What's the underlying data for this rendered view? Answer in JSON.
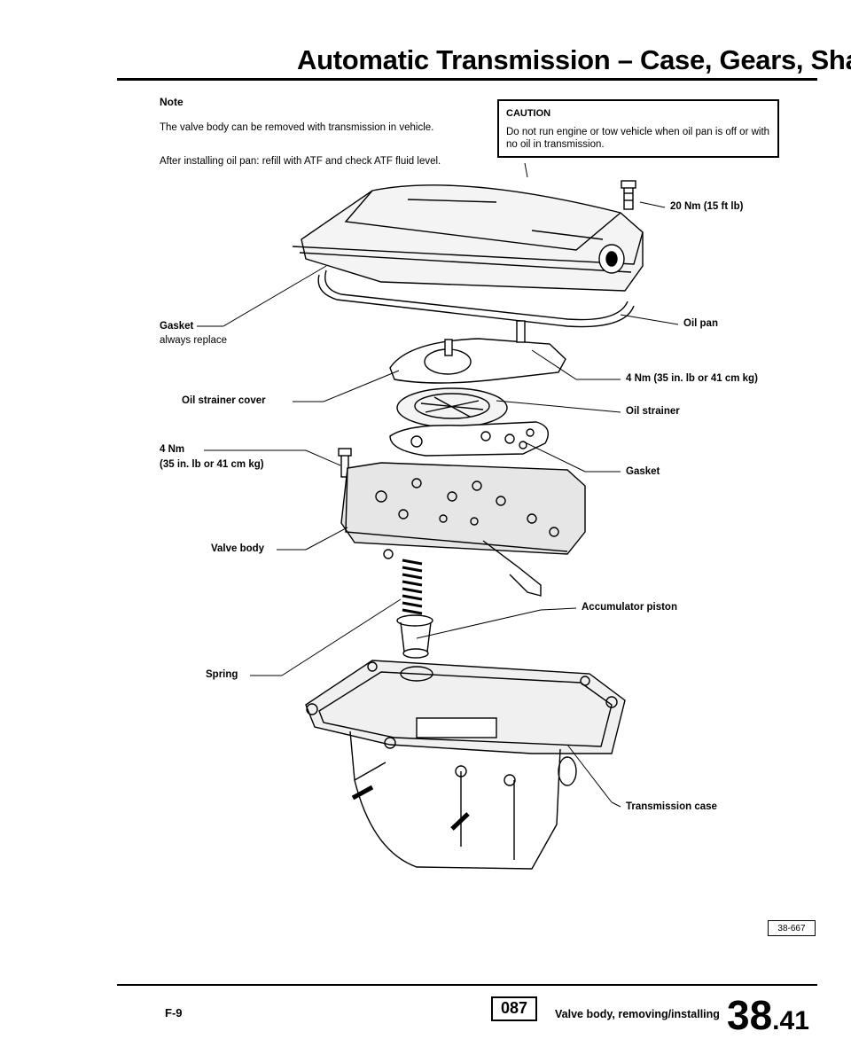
{
  "header": {
    "title": "Automatic Transmission – Case, Gears, Shaft"
  },
  "note": {
    "heading": "Note",
    "line1": "The valve body can be removed with transmission in vehicle.",
    "line2": "After installing oil pan: refill with ATF and check ATF fluid level."
  },
  "caution": {
    "heading": "CAUTION",
    "text": "Do not run engine or tow vehicle when oil pan is off or with no oil in transmission."
  },
  "labels": {
    "torque_20": "20 Nm (15 ft lb)",
    "gasket_top": "Gasket",
    "gasket_top_sub": "always replace",
    "oil_pan": "Oil pan",
    "torque_4_right": "4 Nm (35 in. lb or 41 cm kg)",
    "strainer_cover": "Oil strainer cover",
    "oil_strainer": "Oil strainer",
    "torque_4_left_a": "4 Nm",
    "torque_4_left_b": "(35 in. lb or 41 cm kg)",
    "gasket_mid": "Gasket",
    "valve_body": "Valve body",
    "accumulator": "Accumulator piston",
    "spring": "Spring",
    "trans_case": "Transmission case"
  },
  "figure_ref": "38-667",
  "footer": {
    "code": "F-9",
    "page_box": "087",
    "description": "Valve body, removing/installing",
    "section_major": "38",
    "section_minor": ".41"
  }
}
